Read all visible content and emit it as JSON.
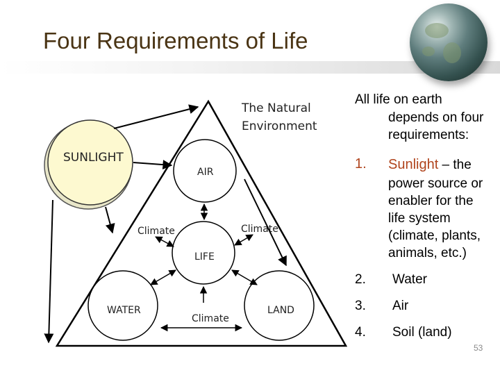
{
  "slide": {
    "title": "Four Requirements of Life",
    "intro_line1": "All life on earth",
    "intro_line2": "depends on four",
    "intro_line3": "requirements:",
    "items": [
      {
        "num": "1.",
        "head": "Sunlight",
        "rest_first": " – the",
        "rest_lines": [
          "power source or",
          "enabler for the",
          "life system",
          "(climate, plants,",
          "animals, etc.)"
        ]
      },
      {
        "num": "2.",
        "text": "Water"
      },
      {
        "num": "3.",
        "text": "Air"
      },
      {
        "num": "4.",
        "text": "Soil (land)"
      }
    ],
    "page_number": "53"
  },
  "diagram": {
    "title_line1": "The Natural",
    "title_line2": "Environment",
    "sunlight": "SUNLIGHT",
    "air": "AIR",
    "life": "LIFE",
    "water": "WATER",
    "land": "LAND",
    "climate_left": "Climate",
    "climate_right": "Climate",
    "climate_bottom": "Climate"
  },
  "colors": {
    "title": "#4a3414",
    "sunlight_fill": "#fdf9d0",
    "sunlight_highlight": "#b0441d",
    "page_number": "#8a8a8a"
  },
  "icons": {
    "globe": "earth-globe-icon"
  }
}
